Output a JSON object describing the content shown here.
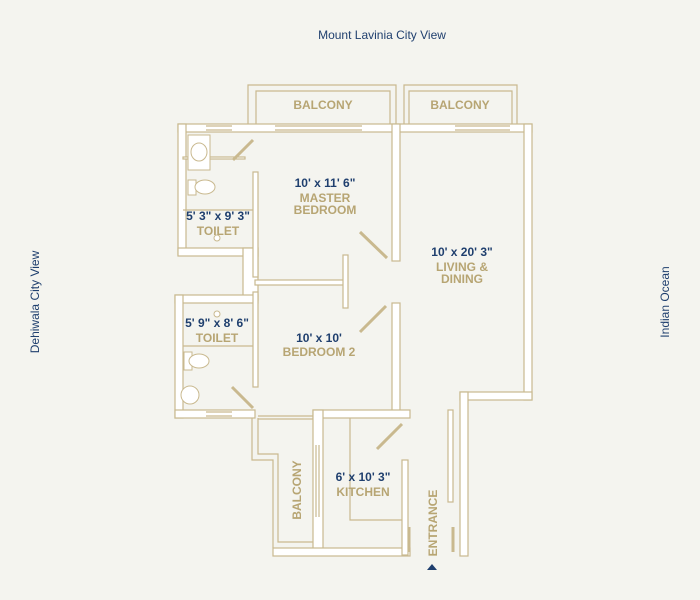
{
  "views": {
    "top": "Mount Lavinia City View",
    "left": "Dehiwala City View",
    "right": "Indian Ocean"
  },
  "rooms": {
    "balcony_top_left": {
      "label": "BALCONY"
    },
    "balcony_top_right": {
      "label": "BALCONY"
    },
    "master_bedroom": {
      "size": "10' x 11' 6\"",
      "label_line1": "MASTER",
      "label_line2": "BEDROOM"
    },
    "toilet_1": {
      "size": "5' 3\" x 9' 3\"",
      "label": "TOILET"
    },
    "living_dining": {
      "size": "10' x 20' 3\"",
      "label_line1": "LIVING &",
      "label_line2": "DINING"
    },
    "toilet_2": {
      "size": "5' 9\" x 8' 6\"",
      "label": "TOILET"
    },
    "bedroom_2": {
      "size": "10' x 10'",
      "label": "BEDROOM 2"
    },
    "kitchen": {
      "size": "6' x 10' 3\"",
      "label": "KITCHEN"
    },
    "balcony_bottom": {
      "label": "BALCONY"
    }
  },
  "entrance": {
    "label": "ENTRANCE"
  },
  "colors": {
    "background": "#f4f4ef",
    "wall": "#c9b98f",
    "dimension": "#1f3f6e",
    "room_label": "#b7a573"
  }
}
